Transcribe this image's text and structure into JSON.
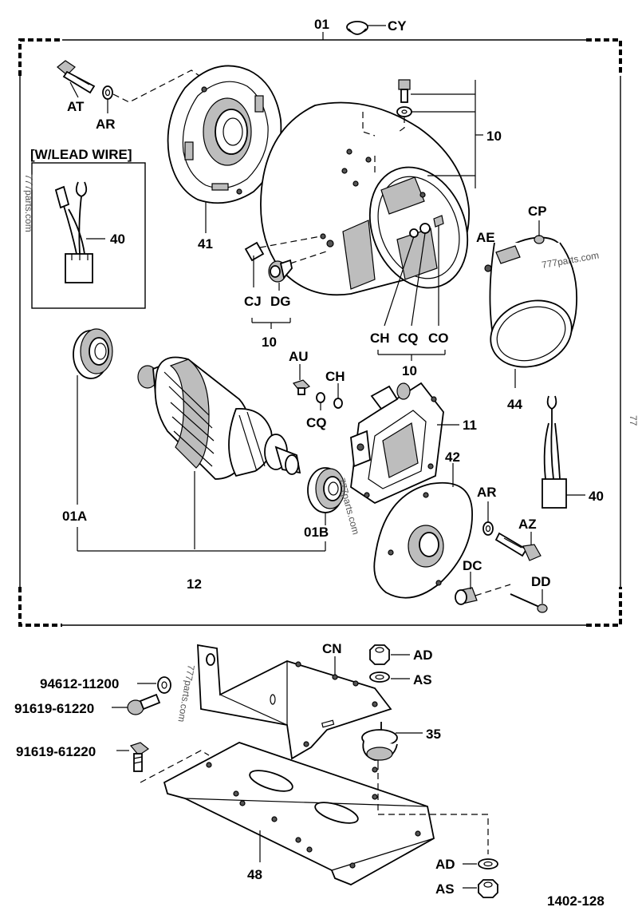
{
  "labels": {
    "assembly": "01",
    "cy": "CY",
    "at": "AT",
    "ar_top": "AR",
    "lead_wire_header": "[W/LEAD WIRE]",
    "lead40_left": "40",
    "bracket41": "41",
    "yoke10": "10",
    "cj": "CJ",
    "dg": "DG",
    "ten_cj": "10",
    "ch_mid": "CH",
    "cq_mid": "CQ",
    "co": "CO",
    "ten_ch": "10",
    "ae": "AE",
    "cp": "CP",
    "band44": "44",
    "bearing01a": "01A",
    "armature12": "12",
    "au": "AU",
    "ch_low": "CH",
    "cq_low": "CQ",
    "holder11": "11",
    "bearing01b": "01B",
    "cover42": "42",
    "ar_low": "AR",
    "az": "AZ",
    "dc": "DC",
    "dd": "DD",
    "lead40_right": "40",
    "cn": "CN",
    "ad_top": "AD",
    "as_top": "AS",
    "washer_pn": "94612-11200",
    "bolt_pn_1": "91619-61220",
    "bolt_pn_2": "91619-61220",
    "mount35": "35",
    "plate48": "48",
    "ad_bot": "AD",
    "as_bot": "AS",
    "figure_id": "1402-128"
  },
  "watermark": {
    "left": "777parts.com",
    "band": "777parts.com",
    "bearing": "777parts.com",
    "lower": "777parts.com",
    "edge": "77"
  }
}
